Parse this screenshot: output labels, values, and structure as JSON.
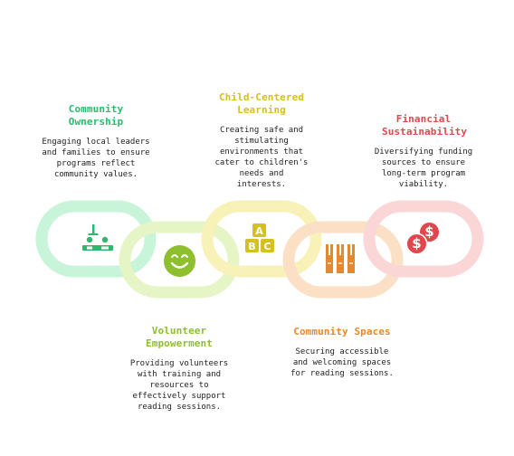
{
  "items": [
    {
      "title": "Community Ownership",
      "description": "Engaging local leaders and families to ensure programs reflect community values.",
      "color": "#2db86d",
      "ring_color": "#c8f4da",
      "icon": "community-meeting-icon"
    },
    {
      "title": "Volunteer Empowerment",
      "description": "Providing volunteers with training and resources to effectively support reading sessions.",
      "color": "#8dbf2e",
      "ring_color": "#e5f5c6",
      "icon": "smiley-face-icon"
    },
    {
      "title": "Child-Centered Learning",
      "description": "Creating safe and stimulating environments that cater to children's needs and interests.",
      "color": "#d4c11f",
      "ring_color": "#f8f1b8",
      "icon": "abc-blocks-icon"
    },
    {
      "title": "Community Spaces",
      "description": "Securing accessible and welcoming spaces for reading sessions.",
      "color": "#e5892e",
      "ring_color": "#fbe0c6",
      "icon": "bookshelf-icon"
    },
    {
      "title": "Financial Sustainability",
      "description": "Diversifying funding sources to ensure long-term program viability.",
      "color": "#e0474c",
      "ring_color": "#fbd6d7",
      "icon": "dollar-coins-icon"
    }
  ],
  "icon_text": {
    "block_a": "A",
    "block_b": "B",
    "block_c": "C",
    "dollar": "$"
  }
}
